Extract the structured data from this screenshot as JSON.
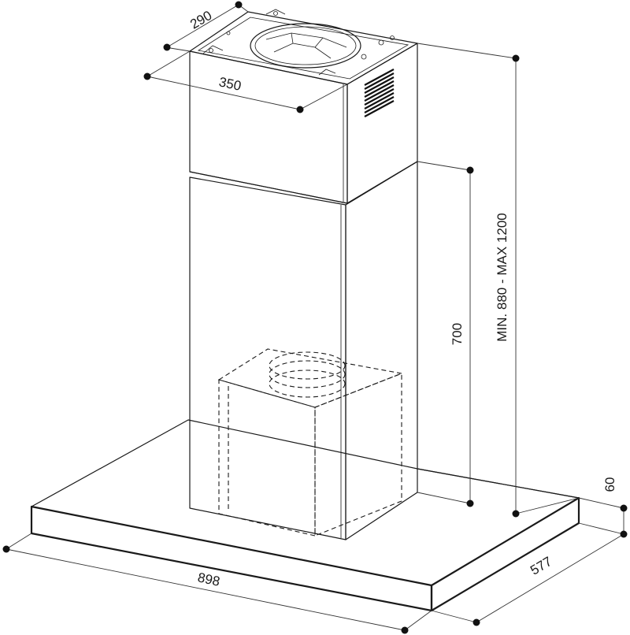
{
  "diagram": {
    "dimensions": {
      "chimney_depth": "290",
      "chimney_width": "350",
      "min_max_height": "MIN. 880 - MAX 1200",
      "lower_chimney_height": "700",
      "canopy_thickness": "60",
      "canopy_depth": "577",
      "canopy_width": "898"
    },
    "colors": {
      "line": "#1a1a1a",
      "background": "#ffffff"
    }
  }
}
